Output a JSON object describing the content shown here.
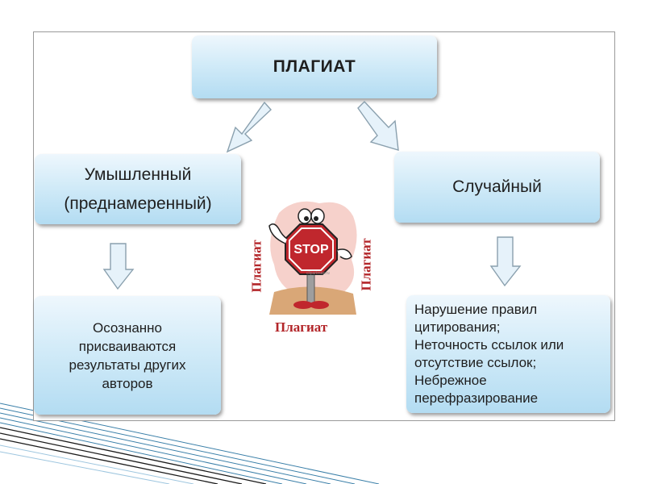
{
  "diagram": {
    "title": "ПЛАГИАТ",
    "left_branch": {
      "line1": "Умышленный",
      "line2": "(преднамеренный)",
      "description": "Осознанно присваиваются результаты других авторов"
    },
    "right_branch": {
      "label": "Случайный",
      "description_lines": [
        "Нарушение правил",
        "цитирования;",
        "Неточность ссылок или",
        "отсутствие ссылок;",
        "Небрежное",
        "перефразирование"
      ]
    },
    "illustration": {
      "sign_text": "STOP",
      "caption_left": "Плагиат",
      "caption_right": "Плагиат",
      "caption_bottom": "Плагиат",
      "small_text": "clipartmax.ru"
    }
  },
  "colors": {
    "box_top": "#eef7fd",
    "box_bottom": "#b3dcf2",
    "arrow_fill": "#e6f2fa",
    "arrow_stroke": "#8aa0ae",
    "stop_red": "#c0272d",
    "caption_red": "#b3262a"
  }
}
